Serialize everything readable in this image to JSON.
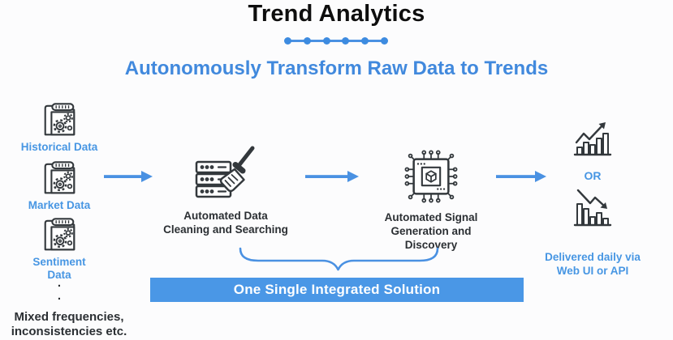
{
  "header": {
    "title": "Trend Analytics",
    "subtitle": "Autonomously Transform Raw Data to Trends"
  },
  "sources": {
    "items": [
      {
        "label": "Historical Data",
        "icon": "folder-gears-icon"
      },
      {
        "label": "Market Data",
        "icon": "folder-gears-icon"
      },
      {
        "label_line1": "Sentiment",
        "label_line2": "Data",
        "icon": "folder-gears-icon"
      }
    ],
    "more_dots": [
      ".",
      "."
    ],
    "note_line1": "Mixed frequencies,",
    "note_line2": "inconsistencies etc."
  },
  "pipeline": {
    "stage1": {
      "icon": "server-broom-icon",
      "label_line1": "Automated Data",
      "label_line2": "Cleaning and Searching"
    },
    "stage2": {
      "icon": "chip-icon",
      "label_line1": "Automated Signal",
      "label_line2": "Generation and Discovery"
    }
  },
  "output": {
    "chart_up_icon": "bar-chart-up-icon",
    "or_label": "OR",
    "chart_down_icon": "bar-chart-down-icon",
    "delivery_line1": "Delivered daily via",
    "delivery_line2": "Web UI or API"
  },
  "banner": {
    "label": "One Single Integrated Solution"
  },
  "colors": {
    "accent_blue": "#4a91e2",
    "banner_blue": "#4a97e6",
    "label_blue": "#4796e3",
    "dark_text": "#2b2f33"
  }
}
